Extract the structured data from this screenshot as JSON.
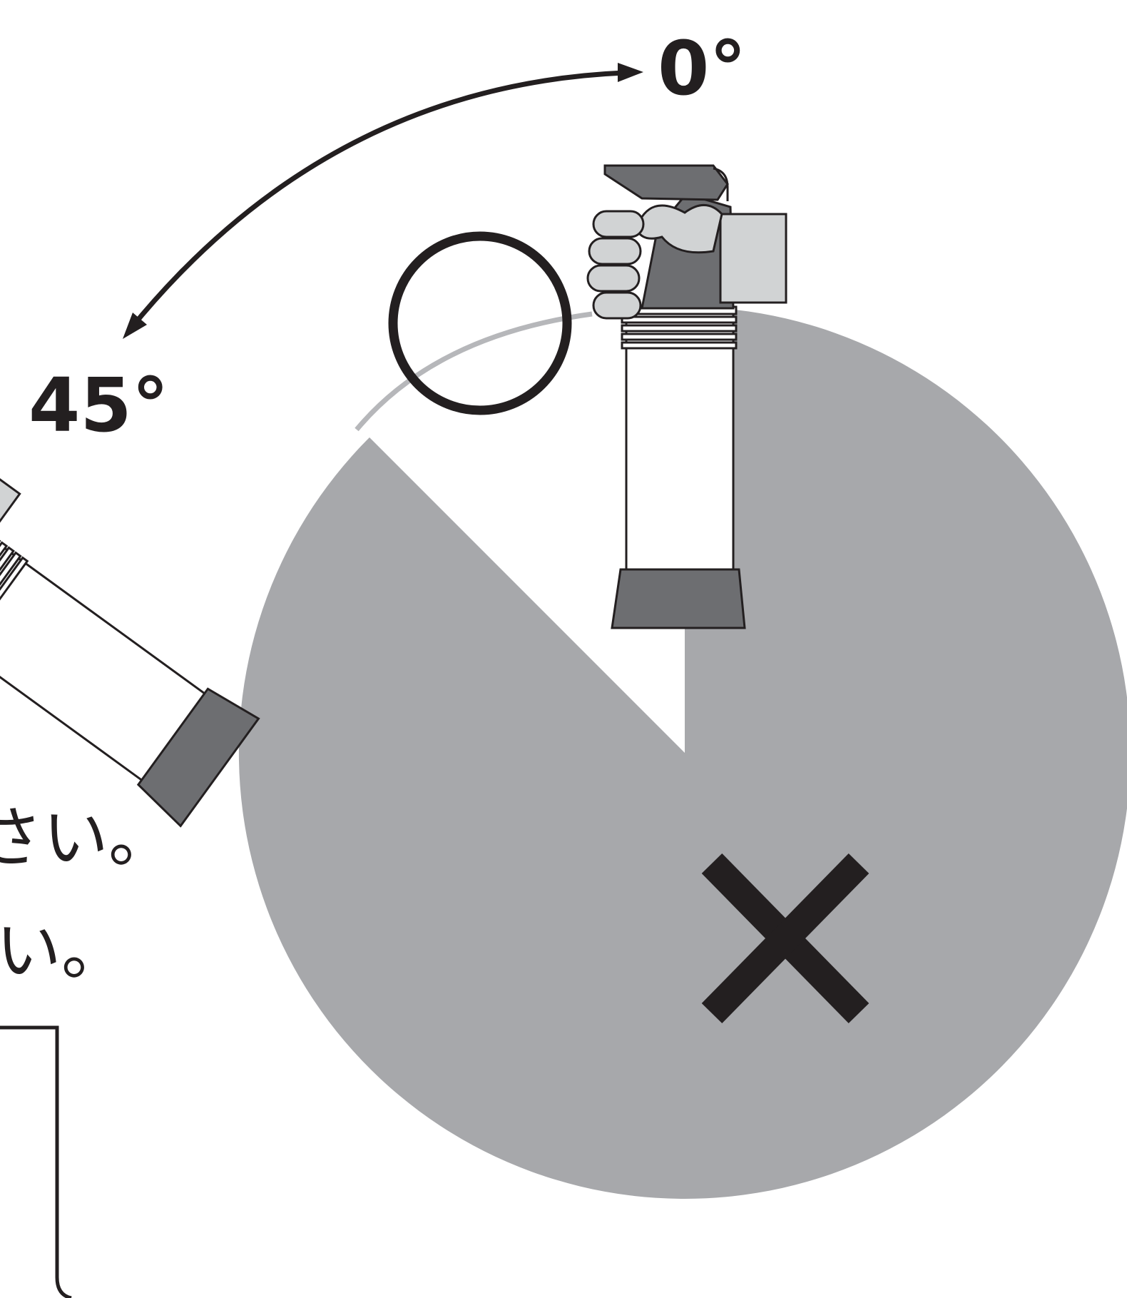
{
  "diagram": {
    "angle_upright_label": "0°",
    "angle_tilted_label": "45°",
    "permitted_mark": "○",
    "forbidden_mark": "×",
    "text_line_1": "さい。",
    "text_line_2": "い。"
  },
  "colors": {
    "forbidden_zone": "#a7a8ab",
    "ink": "#231f20",
    "canister_dark": "#6d6e71",
    "hand_light": "#d1d3d4",
    "allowed_arc": "#b6b7ba"
  }
}
